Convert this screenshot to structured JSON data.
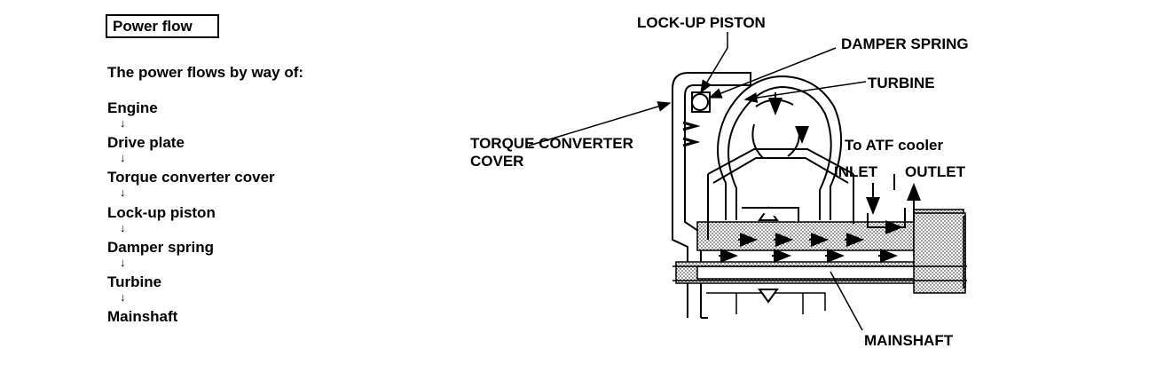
{
  "power_flow": {
    "box_title": "Power flow",
    "intro": "The power flows by way of:",
    "arrow_glyph": "↓",
    "steps": [
      "Engine",
      "Drive plate",
      "Torque converter cover",
      "Lock-up piston",
      "Damper spring",
      "Turbine",
      "Mainshaft"
    ]
  },
  "diagram": {
    "labels": {
      "lockup_piston": "LOCK-UP PISTON",
      "damper_spring": "DAMPER SPRING",
      "turbine": "TURBINE",
      "torque_converter_cover_line1": "TORQUE CONVERTER",
      "torque_converter_cover_line2": "COVER",
      "to_atf_cooler": "To ATF cooler",
      "inlet": "INLET",
      "outlet": "OUTLET",
      "mainshaft": "MAINSHAFT"
    }
  }
}
